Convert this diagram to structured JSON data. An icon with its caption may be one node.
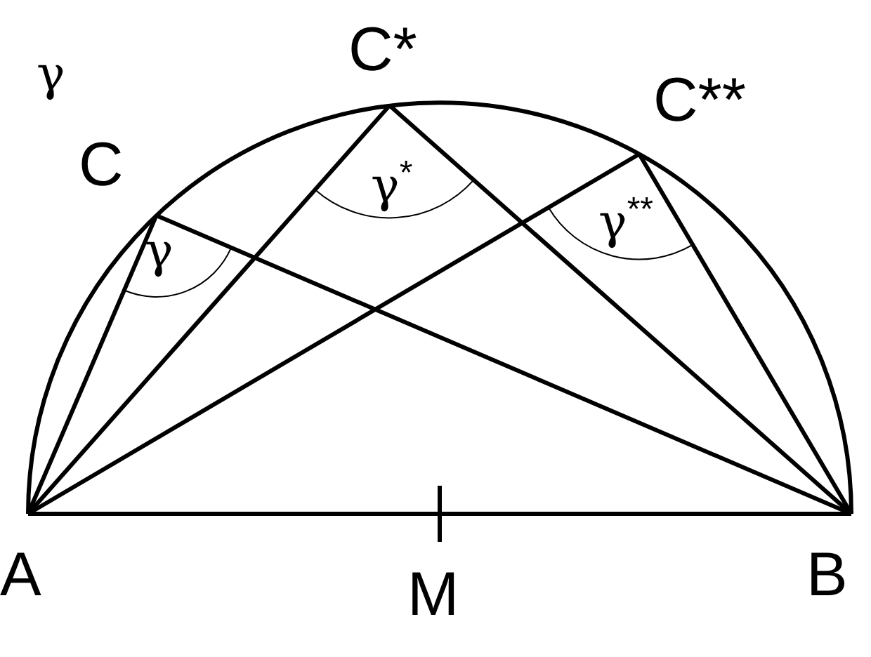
{
  "diagram": {
    "nodes": [
      {
        "text": [
          "C*"
        ]
      },
      {
        "text": [
          "C**"
        ]
      },
      {
        "text": [
          "C"
        ]
      },
      {
        "text": [
          "A"
        ]
      },
      {
        "text": [
          "B"
        ]
      }
    ],
    "edges": [
      {
        "from": 3,
        "to": 2,
        "arrow": "none"
      },
      {
        "from": 2,
        "to": 4,
        "arrow": "none"
      },
      {
        "from": 3,
        "to": 0,
        "arrow": "none"
      },
      {
        "from": 0,
        "to": 4,
        "arrow": "none"
      },
      {
        "from": 3,
        "to": 1,
        "arrow": "none"
      },
      {
        "from": 1,
        "to": 4,
        "arrow": "none"
      },
      {
        "from": 3,
        "to": 4,
        "arrow": "none"
      }
    ],
    "labels": [
      "γ",
      "γ$^{*}$",
      "γ",
      "γ$^{**}$",
      "M"
    ]
  }
}
